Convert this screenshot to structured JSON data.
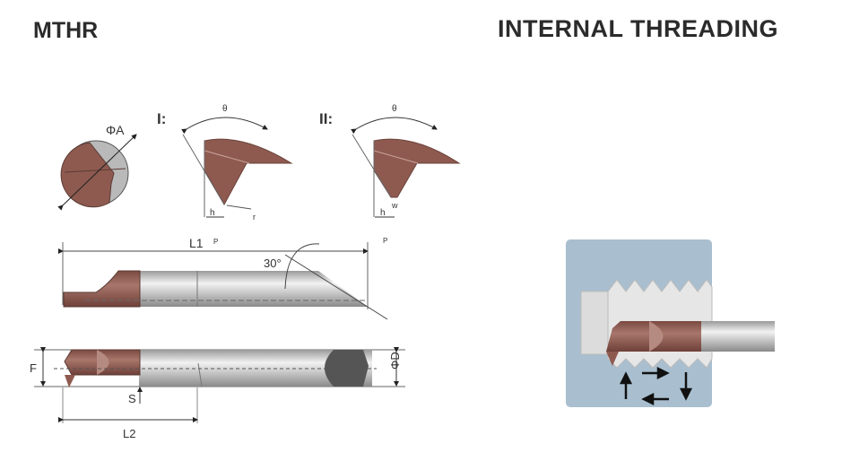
{
  "header": {
    "model": "MTHR",
    "category": "INTERNAL THREADING"
  },
  "diagram": {
    "end_view": {
      "label": "ΦA"
    },
    "profile_1": {
      "label": "I:",
      "angle": "θ",
      "h": "h",
      "r": "r"
    },
    "profile_2": {
      "label": "II:",
      "angle": "θ",
      "h": "h",
      "w": "w"
    },
    "side_view": {
      "length": "L1",
      "angle": "30°",
      "p1": "P",
      "p2": "P"
    },
    "top_view": {
      "f": "F",
      "diameter": "ΦD",
      "s": "S",
      "l2": "L2"
    }
  },
  "colors": {
    "carbide": "#8e5a50",
    "shank": "#c8c8c8",
    "panel": "#a9bfcf"
  }
}
